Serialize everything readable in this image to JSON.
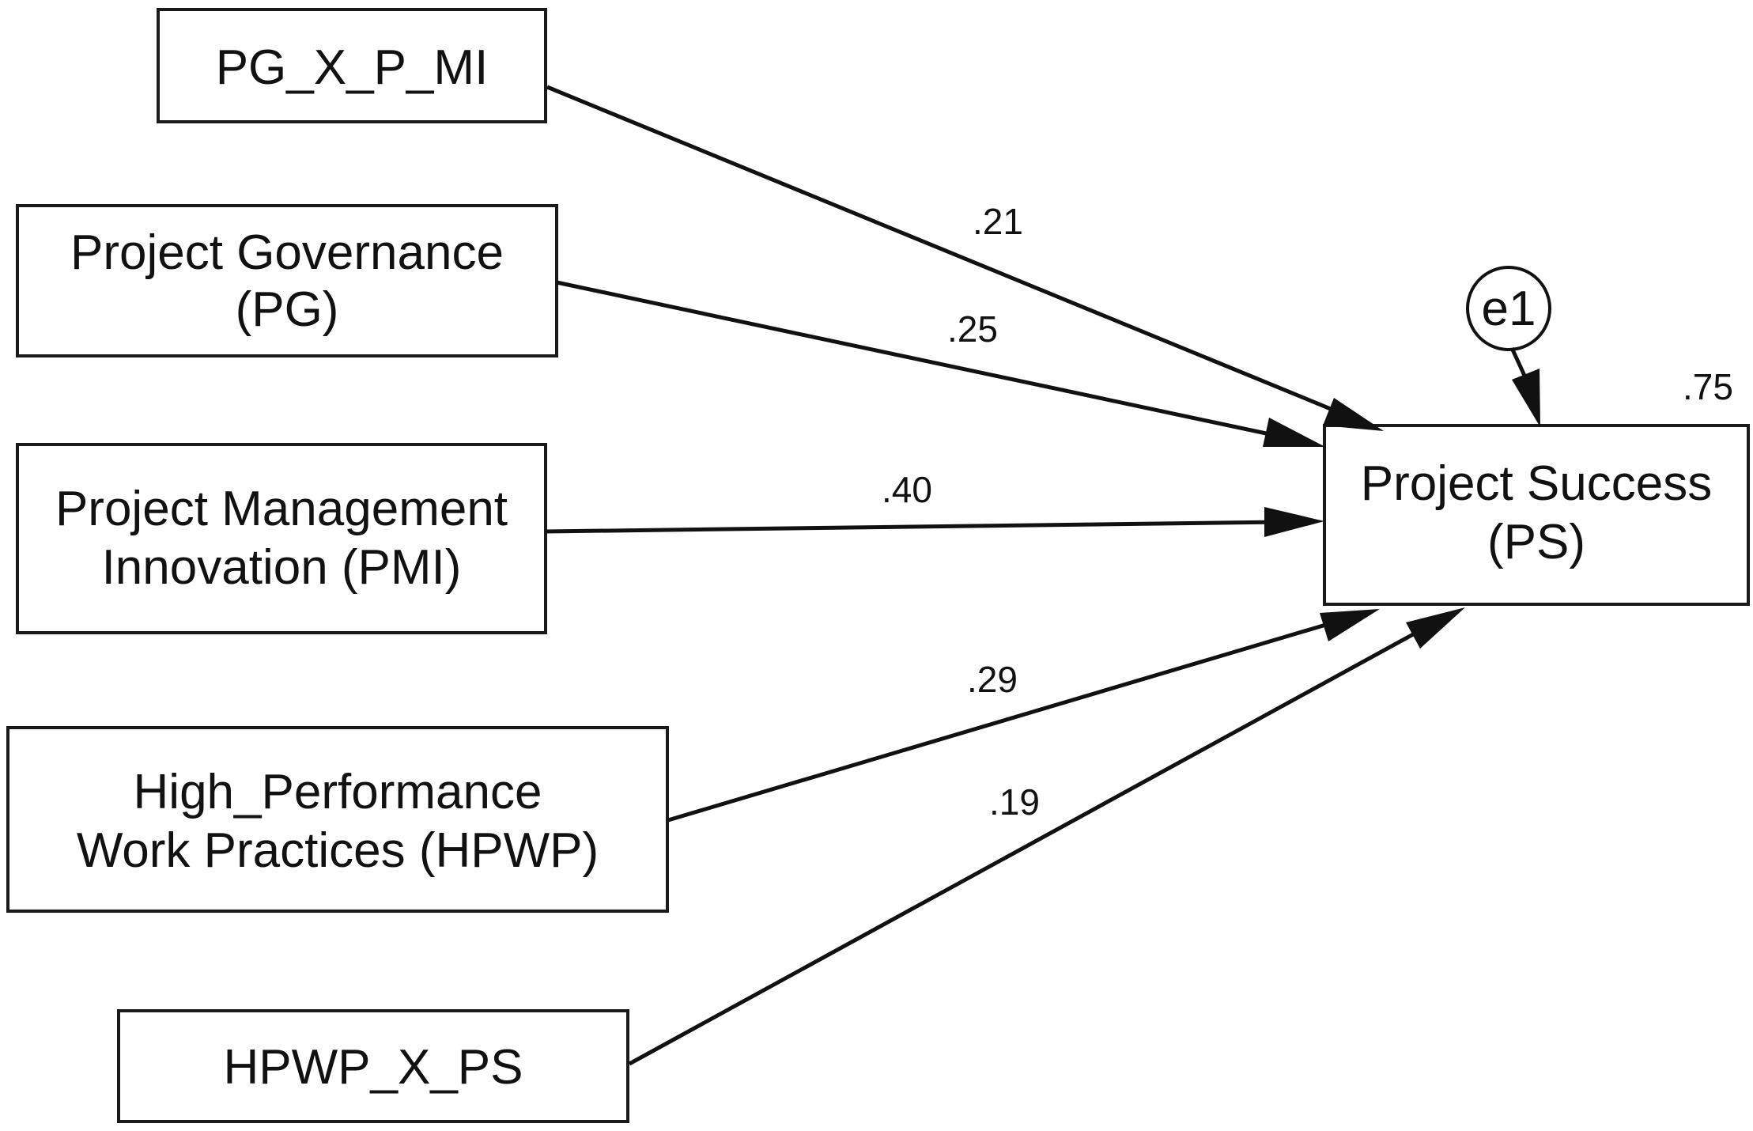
{
  "diagram": {
    "predictors": [
      {
        "id": "pg-x-p-mi",
        "lines": [
          "PG_X_P_MI"
        ],
        "coefficient": ".21"
      },
      {
        "id": "pg",
        "lines": [
          "Project Governance",
          "(PG)"
        ],
        "coefficient": ".25"
      },
      {
        "id": "pmi",
        "lines": [
          "Project Management",
          "Innovation (PMI)"
        ],
        "coefficient": ".40"
      },
      {
        "id": "hpwp",
        "lines": [
          "High_Performance",
          "Work Practices (HPWP)"
        ],
        "coefficient": ".29"
      },
      {
        "id": "hpwp-x-ps",
        "lines": [
          "HPWP_X_PS"
        ],
        "coefficient": ".19"
      }
    ],
    "outcome": {
      "lines": [
        "Project Success",
        "(PS)"
      ],
      "r_squared": ".75"
    },
    "error_term": "e1"
  }
}
